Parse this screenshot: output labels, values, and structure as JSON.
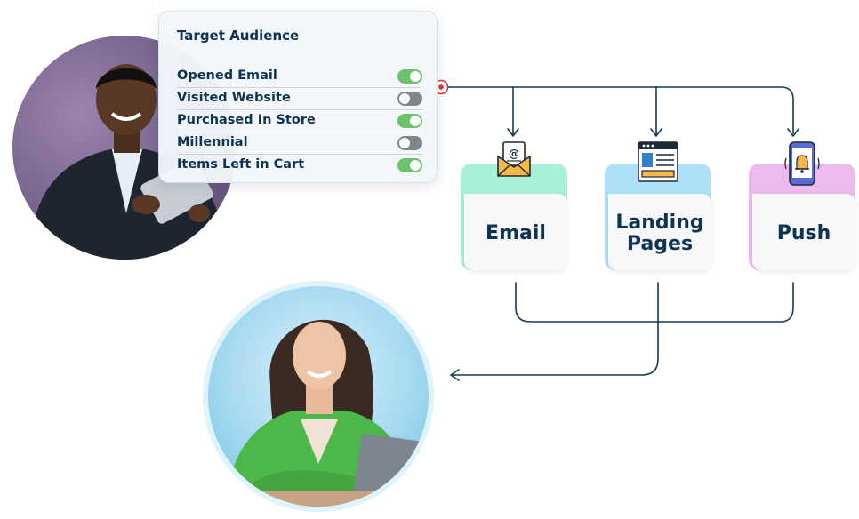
{
  "audience": {
    "title": "Target Audience",
    "items": [
      {
        "label": "Opened Email",
        "enabled": true
      },
      {
        "label": "Visited Website",
        "enabled": false
      },
      {
        "label": "Purchased In Store",
        "enabled": true
      },
      {
        "label": "Millennial",
        "enabled": false
      },
      {
        "label": "Items Left in Cart",
        "enabled": true
      }
    ]
  },
  "channels": [
    {
      "label": "Email",
      "icon": "envelope-at-icon",
      "color": "#a9f0d6"
    },
    {
      "label": "Landing\nPages",
      "icon": "webpage-icon",
      "color": "#aee0f8"
    },
    {
      "label": "Push",
      "icon": "phone-bell-icon",
      "color": "#eeb9ec"
    }
  ],
  "colors": {
    "text": "#0f3350",
    "line": "#123a5a",
    "toggle_on": "#6bc46b",
    "toggle_off": "#7f868c",
    "origin_dot": "#e0323c"
  }
}
